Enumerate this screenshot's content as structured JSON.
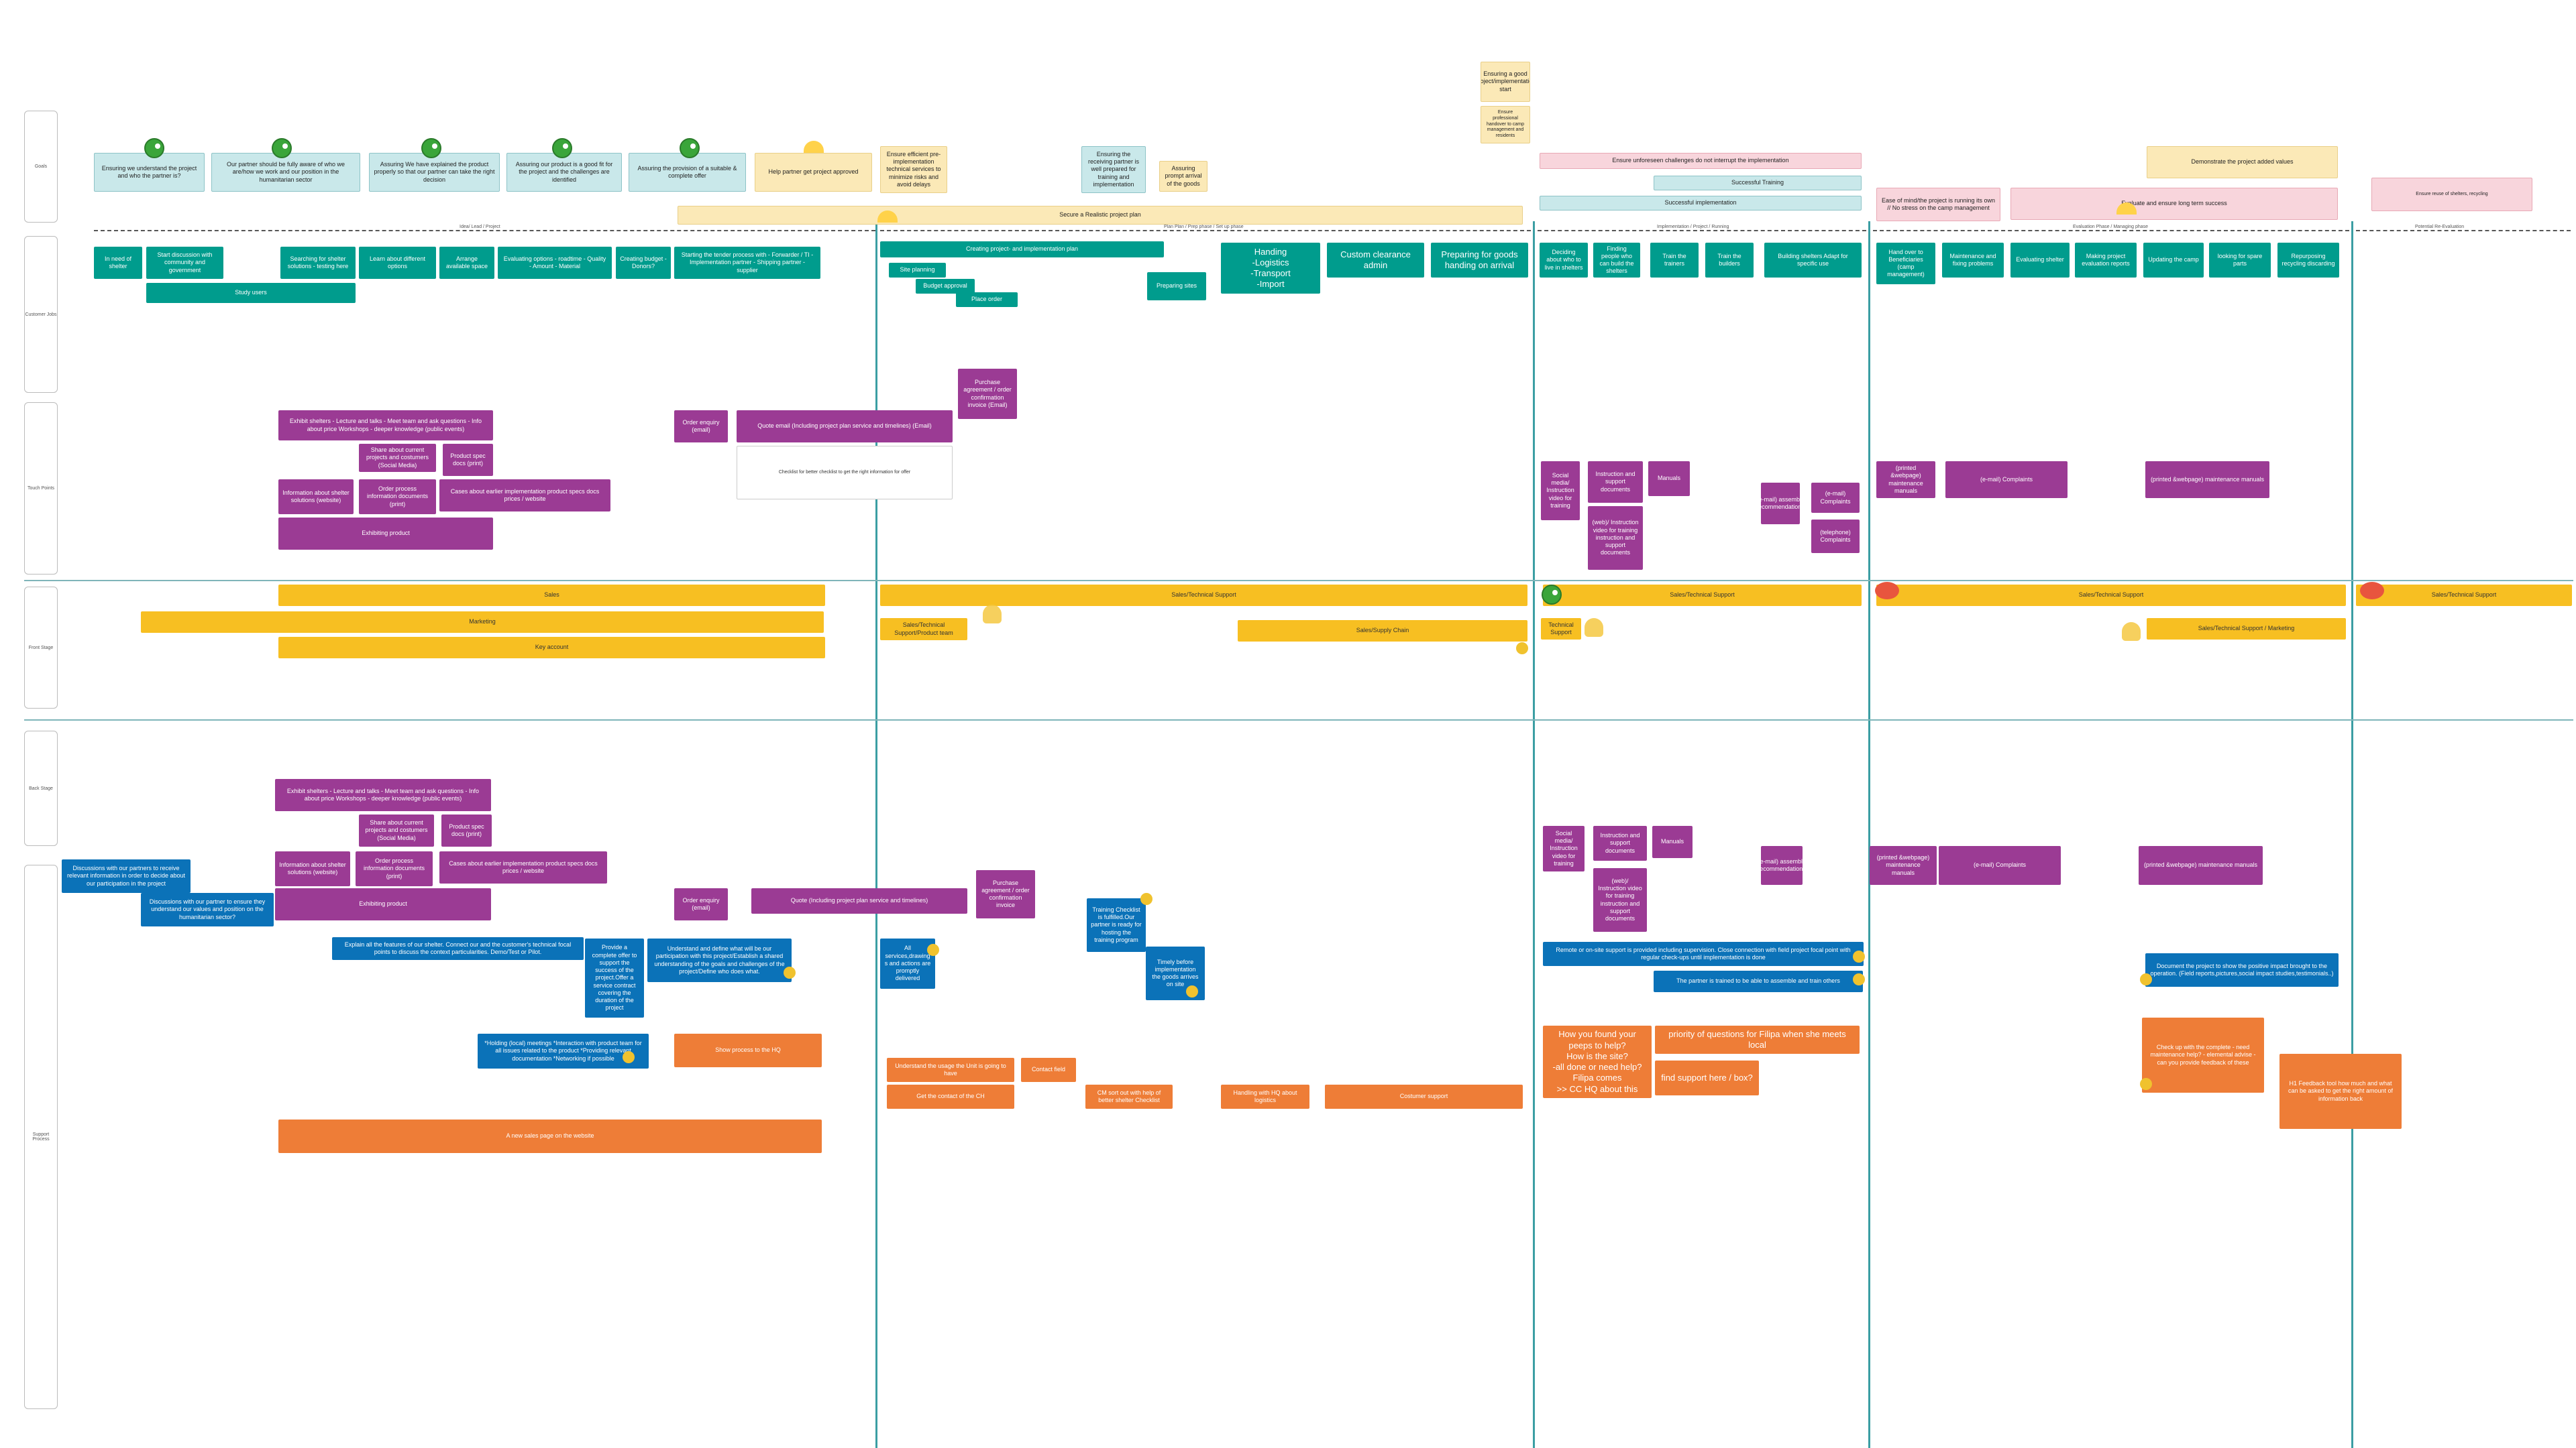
{
  "lanes": [
    {
      "name": "Goals"
    },
    {
      "name": "Customer Jobs"
    },
    {
      "name": "Touch Points"
    },
    {
      "name": "Front Stage"
    },
    {
      "name": "Back Stage"
    },
    {
      "name": "Support Process"
    }
  ],
  "phases": [
    {
      "label": "Idea/ Lead / Project"
    },
    {
      "label": "Plan Plan / Prep phase / Set up phase"
    },
    {
      "label": "Implementation / Project / Running"
    },
    {
      "label": "Evaluation Phase / Managing phase"
    },
    {
      "label": "Potential Re-Evaluation"
    }
  ],
  "notes": {
    "goal_1": "Ensuring we understand the project and who the partner is?",
    "goal_2": "Our partner should be fully aware of who we are/how we work and our position in the humanitarian sector",
    "goal_3": "Assuring We have explained the product properly so that our partner can take the right decision",
    "goal_4": "Assuring our product is a good fit for the project and the challenges are identified",
    "goal_5": "Assuring the provision of a suitable & complete offer",
    "goal_6": "Help partner get project approved",
    "goal_7": "Ensure efficient pre-implementation technical services to minimize risks and avoid delays",
    "goal_8": "Ensuring the receiving partner is well prepared for training and implementation",
    "goal_9": "Assuring prompt arrival of the goods",
    "goal_10": "Ensuring a good project/implementation start",
    "goal_11": "Ensure professional handover to camp management and residents",
    "goal_12": "Ensure unforeseen challenges do not interrupt the implementation",
    "goal_13": "Successful Training",
    "goal_14": "Successful implementation",
    "goal_15": "Ease of mind/the project is running its own // No stress on the camp management",
    "goal_16": "Evaluate and ensure long term success",
    "goal_17": "Demonstrate the project added values",
    "goal_18": "Ensure reuse of shelters, recycling",
    "goal_19": "Secure a Realistic project plan",
    "job_1": "In need of shelter",
    "job_2": "Start discussion with community and government",
    "job_3": "Study users",
    "job_4": "Searching for shelter solutions - testing here",
    "job_5": "Learn about different options",
    "job_6": "Arrange available space",
    "job_7": "Evaluating options - roadtime - Quality - Amount - Material",
    "job_8": "Creating budget - Donors?",
    "job_9": "Starting the tender process with - Forwarder / TI - Implementation partner - Shipping partner - supplier",
    "job_10": "Creating project- and implementation plan",
    "job_11": "Site planning",
    "job_12": "Budget approval",
    "job_13": "Place order",
    "job_14": "Preparing sites",
    "job_15": "Handing\n-Logistics\n-Transport\n-Import",
    "job_16": "Custom clearance admin",
    "job_17": "Preparing for goods handing on arrival",
    "job_18": "Deciding about who to live in shelters",
    "job_19": "Finding people who can build the shelters",
    "job_20": "Train the trainers",
    "job_21": "Train the builders",
    "job_22": "Building shelters Adapt for specific use",
    "job_23": "Hand over to Beneficiaries (camp management)",
    "job_24": "Maintenance and fixing problems",
    "job_25": "Evaluating shelter",
    "job_26": "Making project evaluation reports",
    "job_27": "Updating the camp",
    "job_28": "looking for spare parts",
    "job_29": "Repurposing recycling discarding",
    "tp_1": "Exhibit shelters - Lecture and talks - Meet team and ask questions - Info about price Workshops - deeper knowledge (public events)",
    "tp_2": "Share about current projects and costumers (Social Media)",
    "tp_3": "Product spec docs (print)",
    "tp_4": "Information about shelter solutions (website)",
    "tp_5": "Order process information documents (print)",
    "tp_6": "Cases about earlier implementation product specs docs prices / website",
    "tp_7": "Exhibiting product",
    "tp_8": "Order enquiry (email)",
    "tp_9": "Quote email (Including project plan service and timelines) (Email)",
    "tp_10": "Purchase agreement / order confirmation invoice (Email)",
    "tp_11": "Checklist for better checklist to get the right information for offer",
    "tp_12": "Social media/ Instruction video for training",
    "tp_13": "Instruction and support documents",
    "tp_14": "Manuals",
    "tp_15": "(web)/ Instruction video for training instruction and support documents",
    "tp_16": "(e-mail) assembly recommendations",
    "tp_17": "(e-mail) Complaints",
    "tp_18": "(telephone) Complaints",
    "tp_19": "(printed &webpage) maintenance manuals",
    "tp_20": "(e-mail) Complaints",
    "tp_21": "(printed &webpage) maintenance manuals",
    "fs_1": "Sales",
    "fs_2": "Marketing",
    "fs_3": "Key account",
    "fs_4": "Sales/Technical Support",
    "fs_5": "Sales/Technical Support/Product team",
    "fs_6": "Sales/Supply Chain",
    "fs_7": "Sales/Technical Support",
    "fs_8": "Technical Support",
    "fs_9": "Sales/Technical Support",
    "fs_10": "Sales/Technical Support / Marketing",
    "fs_11": "Sales/Technical Support",
    "bs_1": "Exhibit shelters - Lecture and talks - Meet team and ask questions - Info about price Workshops - deeper knowledge (public events)",
    "bs_2": "Share about current projects and costumers (Social Media)",
    "bs_3": "Product spec docs (print)",
    "bs_4": "Information about shelter solutions (website)",
    "bs_5": "Order process information documents (print)",
    "bs_6": "Cases about earlier implementation product specs docs prices / website",
    "bs_7": "Exhibiting product",
    "bs_8": "Order enquiry (email)",
    "bs_9": "Quote (Including project plan service and timelines)",
    "bs_10": "Purchase agreement / order confirmation invoice",
    "bs_11": "Social media/ Instruction video for training",
    "bs_12": "Instruction and support documents",
    "bs_13": "Manuals",
    "bs_14": "(web)/ Instruction video for training instruction and support documents",
    "bs_15": "(e-mail) assembly recommendations",
    "bs_16": "(printed &webpage) maintenance manuals",
    "bs_17": "(e-mail) Complaints",
    "bs_18": "(printed &webpage) maintenance manuals",
    "sp_1": "Discussions with our partners to receive relevant information in order to decide about our participation in the project",
    "sp_2": "Discussions with our partner to ensure they understand our values and position on the humanitarian sector?",
    "sp_3": "Explain all the features of our shelter. Connect our and the customer's technical focal points to discuss the context particularities. Demo/Test or Pilot.",
    "sp_4": "Provide a complete offer to support the success of the project.Offer a service contract covering the duration of the project",
    "sp_5": "Understand and define what will be our participation with this project/Establish a shared understanding of the goals and challenges of the project/Define who does what.",
    "sp_6": "*Holding (local) meetings *Interaction with product team for all issues related to the product *Providing relevant documentation *Networking if possible",
    "sp_7": "Show process to the HQ",
    "sp_8": "A new sales page on the website",
    "sp_9": "All services,drawing s and actions are promptly delivered",
    "sp_10": "Training Checklist is fulfilled.Our partner is ready for hosting the training program",
    "sp_11": "Timely before implementation the goods arrives on site",
    "sp_12": "Understand the usage the Unit is going to have",
    "sp_13": "Contact field",
    "sp_14": "Get the contact of the CH",
    "sp_15": "CM sort out with help of better shelter Checklist",
    "sp_16": "Handling with HQ about logistics",
    "sp_17": "Costumer support",
    "sp_18": "Remote or on-site support is provided including supervision. Close connection with field project focal point with regular check-ups until implementation is done",
    "sp_19": "The partner is trained to be able to assemble and train others",
    "sp_20": "How you found your peeps to help?\nHow is the site?\n-all done or need help?\nFilipa comes\n>> CC HQ about this",
    "sp_21": "priority of questions for Filipa when she meets local",
    "sp_22": "find support here / box?",
    "sp_23": "Document the project to show the positive impact brought to the operation. (Field reports,pictures,social impact studies,testimonials..)",
    "sp_24": "Check up with the complete - need maintenance help? - elemental advise - can you provide feedback of these",
    "sp_25": "H1 Feedback tool how much and what can be asked to get the right amount of information back"
  }
}
